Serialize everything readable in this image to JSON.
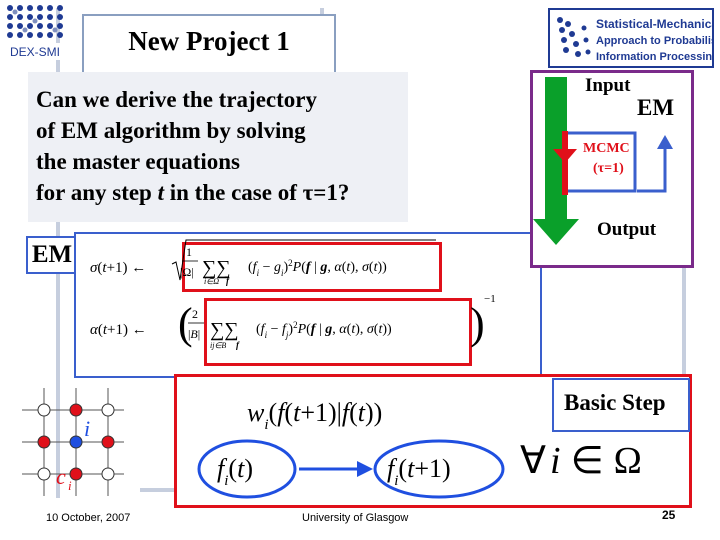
{
  "header": {
    "title": "New Project 1",
    "logo_left_text": "DEX-SMI",
    "logo_right_lines": [
      "Statistical-Mechanical",
      "Approach to Probabilistic",
      "Information Processing"
    ]
  },
  "question": {
    "lines": [
      "Can we derive the trajectory",
      "of EM algorithm by solving",
      "the master equations"
    ],
    "line4_prefix": "for any step ",
    "line4_var": "t",
    "line4_mid": " in the case of ",
    "line4_tau": "τ",
    "line4_suffix": "=1?"
  },
  "em": {
    "label": "EM"
  },
  "diagram": {
    "input_label": "Input",
    "em_label": "EM",
    "mcmc_label": "MCMC",
    "mcmc_param": "(τ=1)",
    "output_label": "Output"
  },
  "lattice": {
    "node_label_i": "i",
    "node_label_c": "c",
    "node_label_c_sub": "i"
  },
  "basic_step": {
    "label": "Basic Step",
    "forall_symbol": "∀",
    "forall_var": "i",
    "in_symbol": "∈",
    "set_symbol": "Ω"
  },
  "footer": {
    "date": "10 October, 2007",
    "venue": "University of Glasgow",
    "page": "25"
  },
  "colors": {
    "accent_blue": "#3a5fcd",
    "accent_red": "#e0101a",
    "accent_green": "#0aa02a",
    "accent_purple": "#7a2a8a"
  }
}
